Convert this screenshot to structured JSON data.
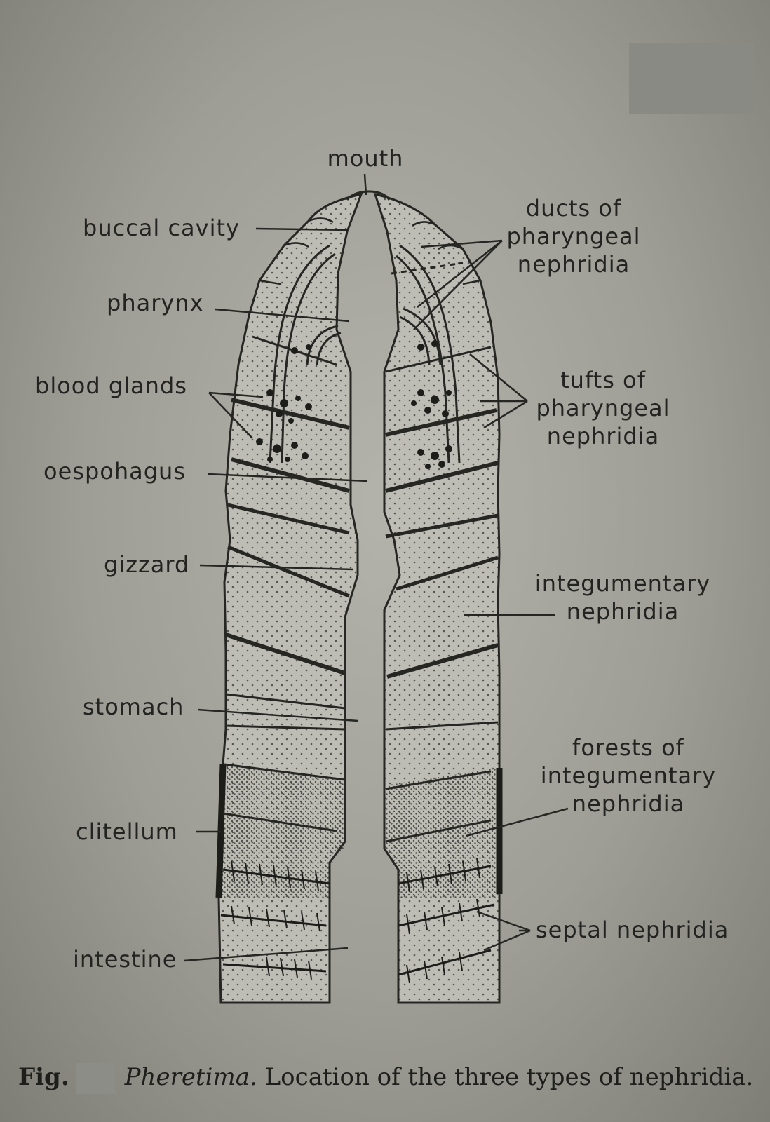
{
  "labels": {
    "mouth": "mouth",
    "buccal_cavity": "buccal cavity",
    "pharynx": "pharynx",
    "blood_glands": "blood glands",
    "oesophagus": "oespohagus",
    "gizzard": "gizzard",
    "stomach": "stomach",
    "clitellum": "clitellum",
    "intestine": "intestine",
    "ducts_line1": "ducts of",
    "ducts_line2": "pharyngeal",
    "ducts_line3": "nephridia",
    "tufts_line1": "tufts of",
    "tufts_line2": "pharyngeal",
    "tufts_line3": "nephridia",
    "integ_line1": "integumentary",
    "integ_line2": "nephridia",
    "forests_line1": "forests of",
    "forests_line2": "integumentary",
    "forests_line3": "nephridia",
    "septal": "septal nephridia"
  },
  "caption": {
    "fig": "Fig.",
    "genus": "Pheretima.",
    "text": " Location of the three types of nephridia."
  },
  "colors": {
    "ink": "#232320",
    "paper": "#b0b0a8",
    "body_fill": "#bdbdb5"
  }
}
